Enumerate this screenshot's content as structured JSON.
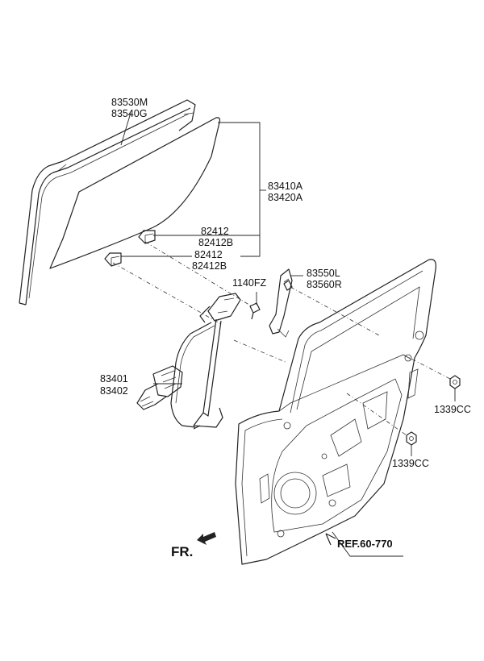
{
  "labels": {
    "glass_run": [
      "83530M",
      "83540G"
    ],
    "door_glass": [
      "83410A",
      "83420A"
    ],
    "clip_upper": [
      "82412",
      "82412B"
    ],
    "clip_lower": [
      "82412",
      "82412B"
    ],
    "bolt": "1140FZ",
    "channel": [
      "83550L",
      "83560R"
    ],
    "regulator": [
      "83401",
      "83402"
    ],
    "nut_upper": "1339CC",
    "nut_lower": "1339CC",
    "reference": "REF.60-770",
    "front_direction": "FR."
  }
}
